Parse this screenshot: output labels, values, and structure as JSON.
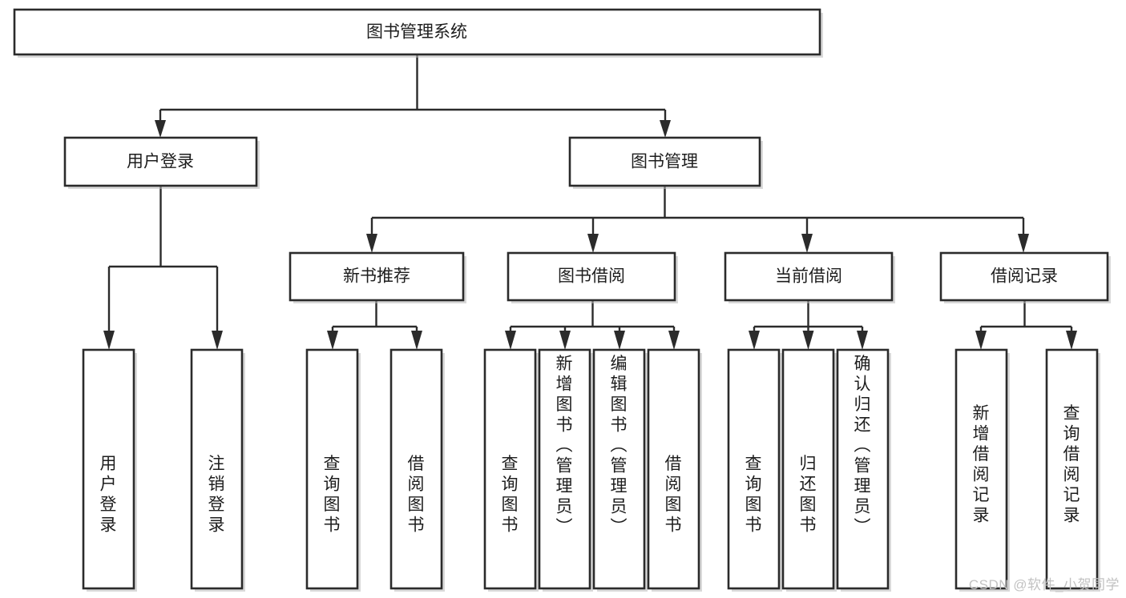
{
  "diagram": {
    "type": "tree-hierarchy",
    "title": "图书管理系统",
    "watermark": "CSDN @软件_小贺同学",
    "colors": {
      "box_fill": "#ffffff",
      "box_stroke": "#2b2b2b",
      "connector": "#2b2b2b",
      "text": "#1d1d1d",
      "watermark": "#c2c2c2",
      "background": "#ffffff"
    },
    "levels": {
      "root": {
        "label": "图书管理系统",
        "orientation": "horizontal"
      },
      "level2": [
        {
          "label": "用户登录",
          "orientation": "horizontal"
        },
        {
          "label": "图书管理",
          "orientation": "horizontal"
        }
      ],
      "level3": [
        {
          "label": "新书推荐",
          "orientation": "horizontal",
          "parent": "图书管理"
        },
        {
          "label": "图书借阅",
          "orientation": "horizontal",
          "parent": "图书管理"
        },
        {
          "label": "当前借阅",
          "orientation": "horizontal",
          "parent": "图书管理"
        },
        {
          "label": "借阅记录",
          "orientation": "horizontal",
          "parent": "图书管理"
        }
      ],
      "leaves": [
        {
          "label": "用户登录",
          "orientation": "vertical",
          "parent": "用户登录"
        },
        {
          "label": "注销登录",
          "orientation": "vertical",
          "parent": "用户登录"
        },
        {
          "label": "查询图书",
          "orientation": "vertical",
          "parent": "新书推荐"
        },
        {
          "label": "借阅图书",
          "orientation": "vertical",
          "parent": "新书推荐"
        },
        {
          "label": "查询图书",
          "orientation": "vertical",
          "parent": "图书借阅"
        },
        {
          "label": "新增图书（管理员）",
          "orientation": "vertical",
          "parent": "图书借阅"
        },
        {
          "label": "编辑图书（管理员）",
          "orientation": "vertical",
          "parent": "图书借阅"
        },
        {
          "label": "借阅图书",
          "orientation": "vertical",
          "parent": "图书借阅"
        },
        {
          "label": "查询图书",
          "orientation": "vertical",
          "parent": "当前借阅"
        },
        {
          "label": "归还图书",
          "orientation": "vertical",
          "parent": "当前借阅"
        },
        {
          "label": "确认归还（管理员）",
          "orientation": "vertical",
          "parent": "当前借阅"
        },
        {
          "label": "新增借阅记录",
          "orientation": "vertical",
          "parent": "借阅记录"
        },
        {
          "label": "查询借阅记录",
          "orientation": "vertical",
          "parent": "借阅记录"
        }
      ]
    }
  }
}
